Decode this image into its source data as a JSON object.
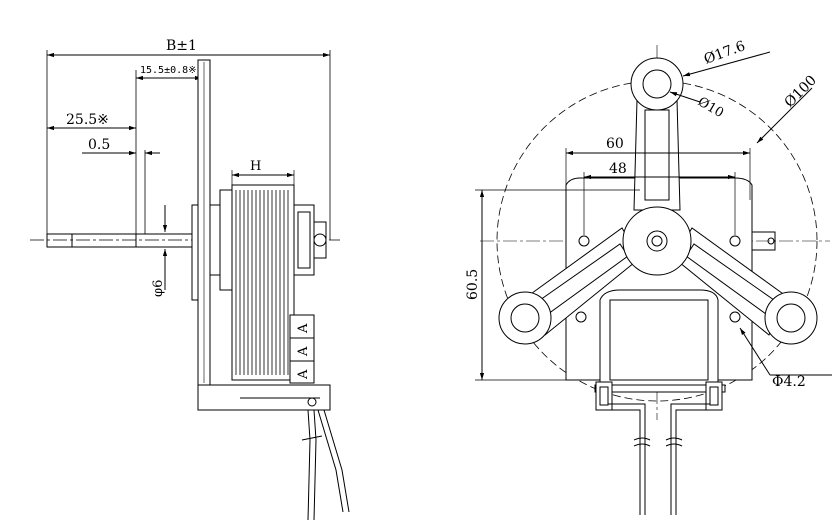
{
  "side_view": {
    "labels": {
      "overall_width": "B±1",
      "flange_offset": "15.5±0.8※",
      "shaft_extension": "25.5※",
      "clearance": "0.5",
      "coil_width": "H",
      "shaft_diameter": "φ6",
      "bobbin_markings": [
        "A",
        "A",
        "A"
      ]
    }
  },
  "front_view": {
    "labels": {
      "mount_hole_outer": "Ø17.6",
      "mount_hole_inner": "Ø10",
      "fan_circle": "Ø100",
      "hole_spacing_wide": "60",
      "hole_spacing_narrow": "48",
      "height": "60.5",
      "small_hole": "Φ4.2"
    }
  }
}
